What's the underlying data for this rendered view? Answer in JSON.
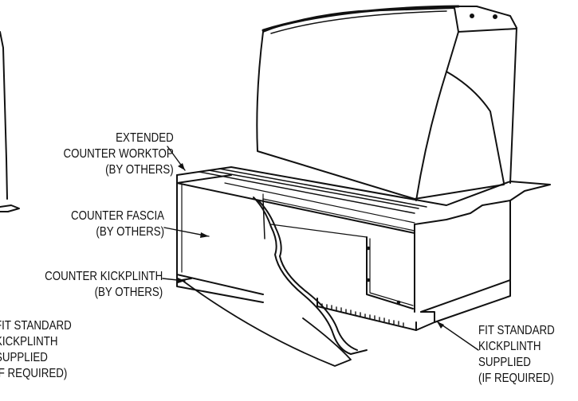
{
  "labels": {
    "extended_worktop": [
      "EXTENDED",
      "COUNTER WORKTOP",
      "(BY OTHERS)"
    ],
    "counter_fascia": [
      "COUNTER FASCIA",
      "(BY OTHERS)"
    ],
    "counter_kickplinth": [
      "COUNTER KICKPLINTH",
      "(BY OTHERS)"
    ],
    "fit_standard_left": [
      "FIT STANDARD",
      "KICKPLINTH",
      "SUPPLIED",
      "IF REQUIRED)"
    ],
    "fit_standard_right": [
      "FIT STANDARD",
      "KICKPLINTH",
      "SUPPLIED",
      "(IF REQUIRED)"
    ]
  }
}
